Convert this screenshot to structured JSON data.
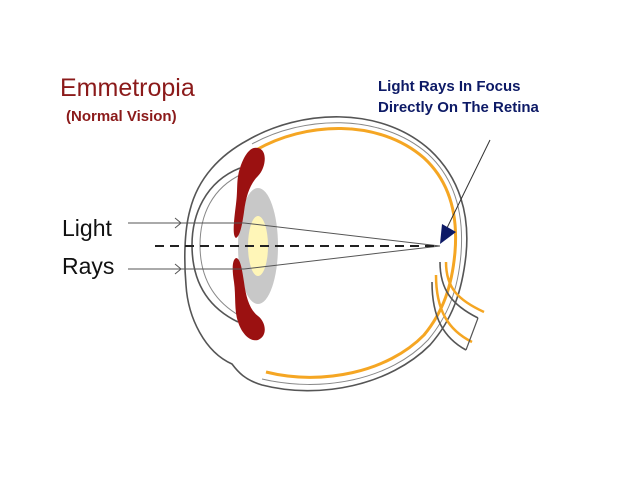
{
  "title": "Emmetropia",
  "subtitle": "(Normal Vision)",
  "focus_note": {
    "line1": "Light Rays In Focus",
    "line2": "Directly On The Retina"
  },
  "light_label": {
    "line1": "Light",
    "line2": "Rays"
  },
  "colors": {
    "title": "#8b1a1a",
    "note": "#0d1a66",
    "retina": "#f5a623",
    "iris": "#9b1111",
    "lens_outer": "#c8c8c8",
    "lens_inner": "#fff6b8",
    "outline": "#555555"
  }
}
